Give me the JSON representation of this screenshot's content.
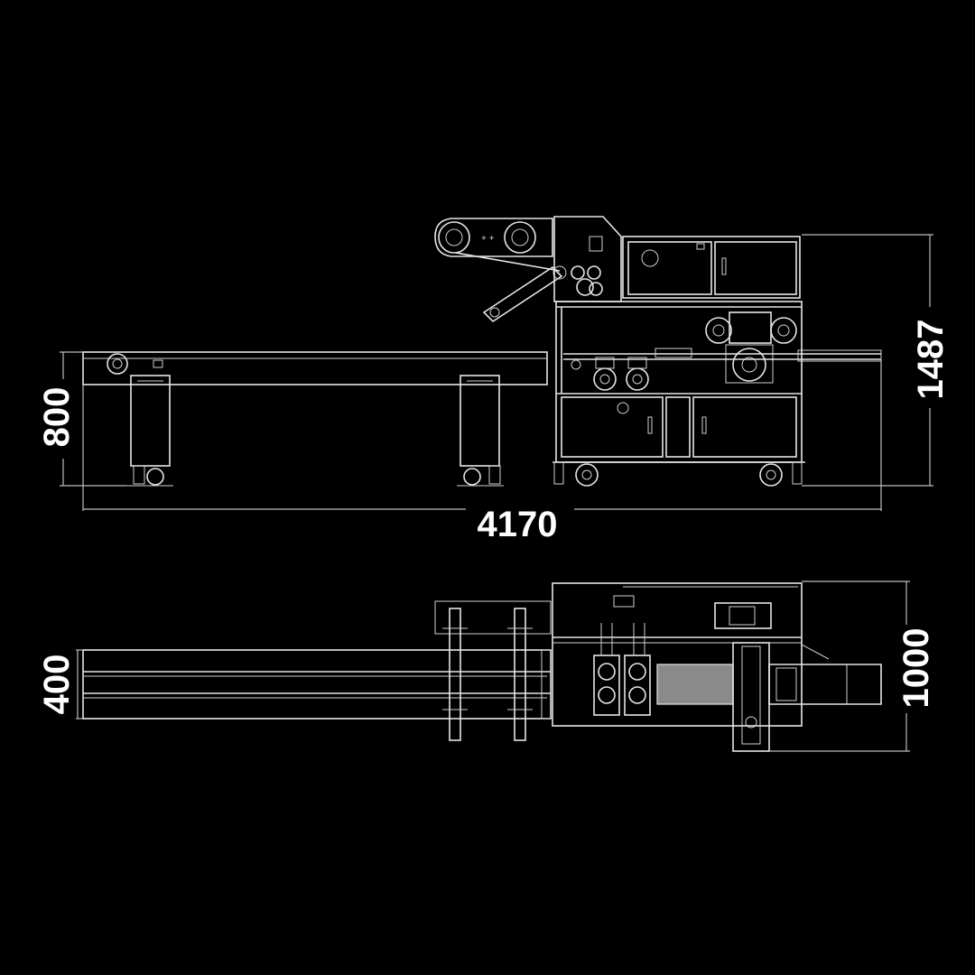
{
  "dimensions": {
    "overall_length": "4170",
    "conveyor_height": "800",
    "machine_height": "1487",
    "conveyor_width": "400",
    "machine_depth": "1000"
  }
}
